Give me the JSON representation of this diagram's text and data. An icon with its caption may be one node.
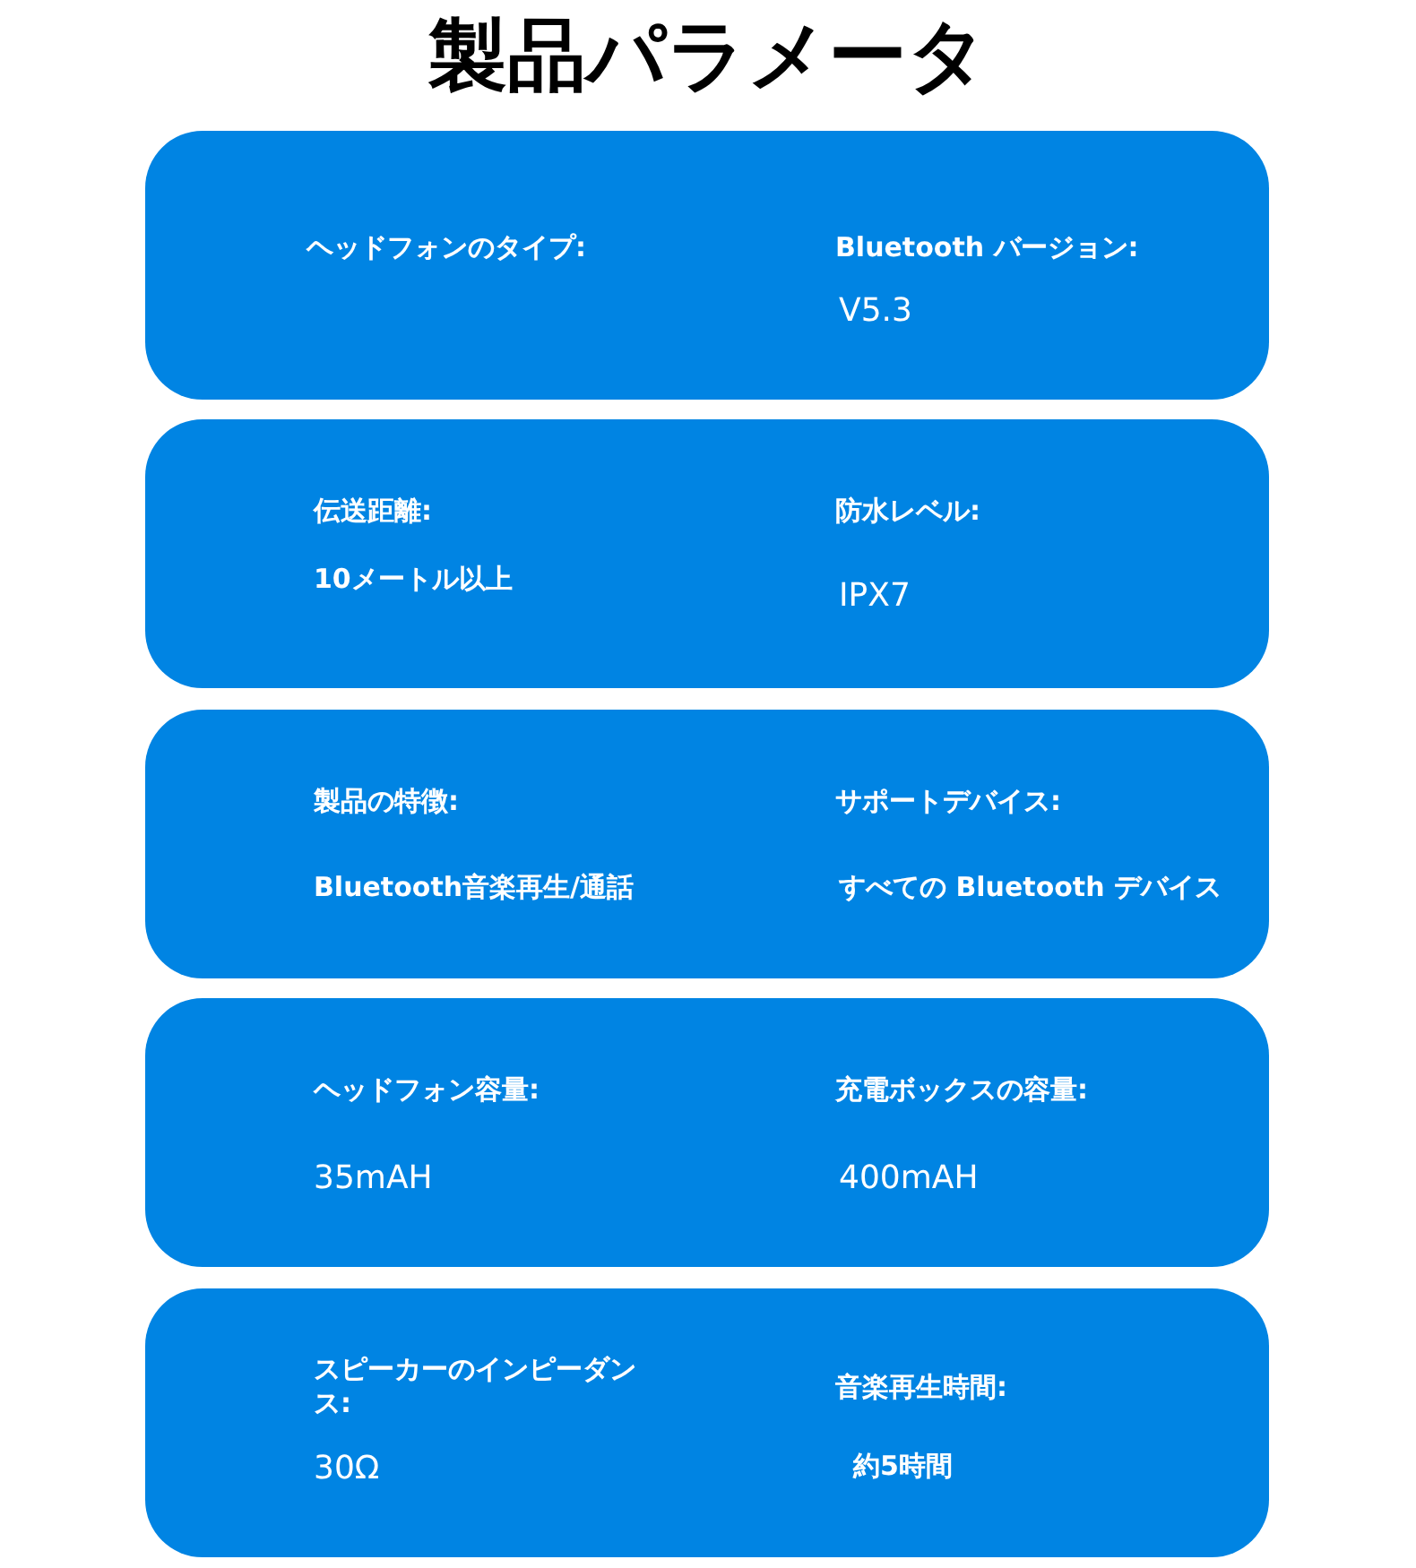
{
  "diagram": {
    "title": "製品パラメータ",
    "nodes": [
      {
        "text": [
          "ヘッドフォンのタイプ:",
          "Bluetooth バージョン:",
          "V5.3"
        ]
      },
      {
        "text": [
          "伝送距離:",
          "10メートル以上",
          "防水レベル:",
          "IPX7"
        ]
      },
      {
        "text": [
          "製品の特徴:",
          "Bluetooth音楽再生/通話",
          "サポートデバイス:",
          "すべての Bluetooth デバイス"
        ]
      },
      {
        "text": [
          "ヘッドフォン容量:",
          "35mAH",
          "充電ボックスの容量:",
          "400mAH"
        ]
      },
      {
        "text": [
          "スピーカーのインピーダンス:",
          "30Ω",
          "音楽再生時間:",
          "約5時間"
        ]
      }
    ]
  }
}
